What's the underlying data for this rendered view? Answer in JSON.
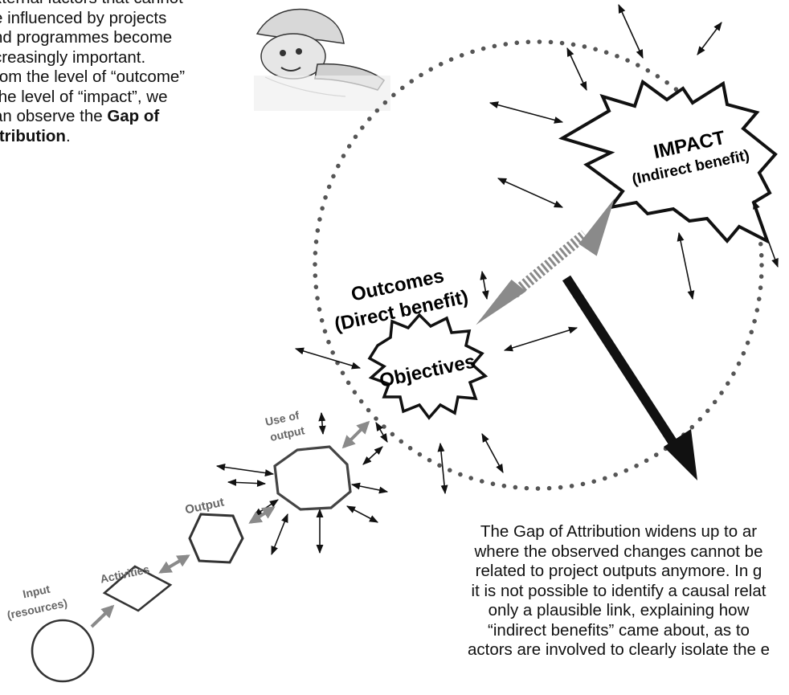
{
  "intro_text": {
    "lines": [
      "xternal factors that cannot",
      "e influenced by projects",
      "nd programmes become",
      "creasingly important.",
      "rom the level of “outcome”",
      " the level of “impact”, we",
      "an observe the "
    ],
    "bold1": "Gap of",
    "line8": "ttribution",
    "tail": "."
  },
  "impact": {
    "title": "IMPACT",
    "subtitle": "(Indirect benefit)"
  },
  "outcomes": {
    "title": "Outcomes",
    "subtitle": "(Direct benefit)"
  },
  "objectives_label": "Objectives",
  "chain": {
    "use_of_output_1": "Use of",
    "use_of_output_2": "output",
    "output": "Output",
    "activities": "Activities",
    "input_1": "Input",
    "input_2": "(resources)"
  },
  "gap_paragraph": "The Gap of Attribution widens up to ar\nwhere the observed changes cannot be\nrelated to project outputs anymore.  In g\nit is not possible to identify a causal relat\nonly a plausible link, explaining how\n“indirect benefits” came about, as to\nactors are involved to clearly isolate the e",
  "colors": {
    "ink": "#111111",
    "grey_arrow": "#8a8a8a",
    "dots": "#555555"
  },
  "icons": [
    "cartoon-figure-pointing"
  ]
}
